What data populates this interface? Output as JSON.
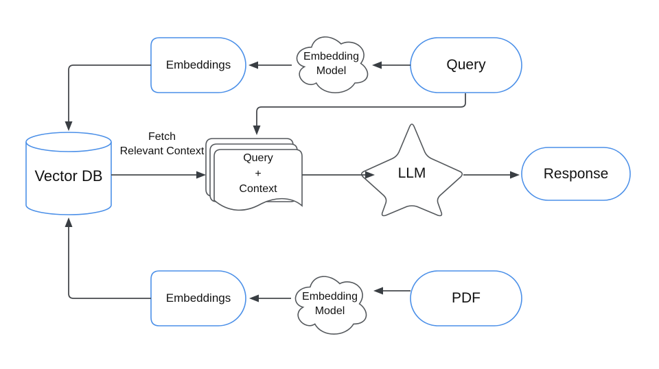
{
  "diagram_type": "RAG pipeline flowchart",
  "colors": {
    "shape_border_blue": "#4a8fe8",
    "shape_border_gray": "#53575b",
    "connector": "#45484c",
    "arrowhead": "#393e43",
    "text": "#111111",
    "background": "#ffffff"
  },
  "nodes": {
    "embeddings_top": {
      "label": "Embeddings",
      "shape": "delay"
    },
    "embedding_model_top": {
      "line1": "Embedding",
      "line2": "Model",
      "shape": "cloud"
    },
    "query": {
      "label": "Query",
      "shape": "rounded-pill"
    },
    "vector_db": {
      "label": "Vector DB",
      "shape": "cylinder"
    },
    "query_context": {
      "line1": "Query",
      "line2": "+",
      "line3": "Context",
      "shape": "document-stack"
    },
    "llm": {
      "label": "LLM",
      "shape": "star"
    },
    "response": {
      "label": "Response",
      "shape": "rounded-pill"
    },
    "embeddings_bottom": {
      "label": "Embeddings",
      "shape": "delay"
    },
    "embedding_model_bottom": {
      "line1": "Embedding",
      "line2": "Model",
      "shape": "cloud"
    },
    "pdf": {
      "label": "PDF",
      "shape": "rounded-pill"
    }
  },
  "edge_labels": {
    "fetch_context": {
      "line1": "Fetch",
      "line2": "Relevant Context"
    }
  },
  "edges": [
    {
      "from": "embedding_model_top",
      "to": "embeddings_top"
    },
    {
      "from": "query",
      "to": "embedding_model_top"
    },
    {
      "from": "embeddings_top",
      "to": "vector_db"
    },
    {
      "from": "query",
      "to": "query_context"
    },
    {
      "from": "vector_db",
      "to": "query_context",
      "label": "Fetch Relevant Context"
    },
    {
      "from": "query_context",
      "to": "llm"
    },
    {
      "from": "llm",
      "to": "response"
    },
    {
      "from": "pdf",
      "to": "embedding_model_bottom"
    },
    {
      "from": "embedding_model_bottom",
      "to": "embeddings_bottom"
    },
    {
      "from": "embeddings_bottom",
      "to": "vector_db"
    }
  ]
}
